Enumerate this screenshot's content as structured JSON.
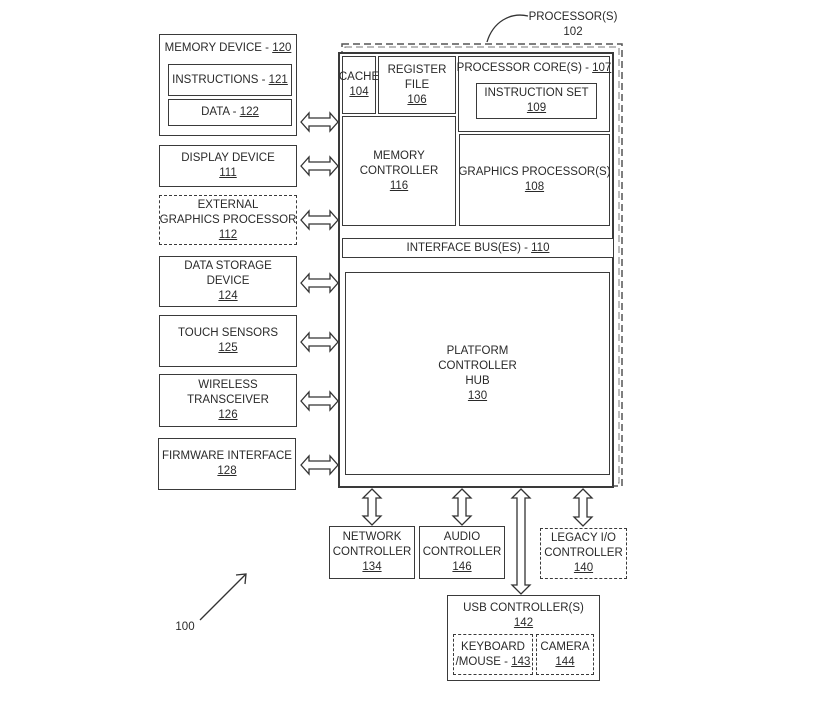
{
  "figure_ref": "100",
  "processor": {
    "label": "PROCESSOR(S)",
    "ref": "102"
  },
  "cache": {
    "label": "CACHE",
    "ref": "104"
  },
  "register_file": {
    "label1": "REGISTER",
    "label2": "FILE",
    "ref": "106"
  },
  "processor_core": {
    "label": "PROCESSOR CORE(S) - ",
    "ref": "107"
  },
  "instruction_set": {
    "label": "INSTRUCTION SET",
    "ref": "109"
  },
  "memory_controller": {
    "label1": "MEMORY",
    "label2": "CONTROLLER",
    "ref": "116"
  },
  "graphics_processor": {
    "label": "GRAPHICS PROCESSOR(S)",
    "ref": "108"
  },
  "interface_bus": {
    "label": "INTERFACE BUS(ES) - ",
    "ref": "110"
  },
  "pch": {
    "label1": "PLATFORM",
    "label2": "CONTROLLER",
    "label3": "HUB",
    "ref": "130"
  },
  "memory_device": {
    "label": "MEMORY DEVICE - ",
    "ref": "120",
    "instructions": {
      "label": "INSTRUCTIONS - ",
      "ref": "121"
    },
    "data": {
      "label": "DATA - ",
      "ref": "122"
    }
  },
  "display_device": {
    "label": "DISPLAY DEVICE",
    "ref": "111"
  },
  "external_gpu": {
    "label1": "EXTERNAL",
    "label2": "GRAPHICS PROCESSOR",
    "ref": "112"
  },
  "data_storage": {
    "label1": "DATA STORAGE",
    "label2": "DEVICE",
    "ref": "124"
  },
  "touch_sensors": {
    "label": "TOUCH SENSORS",
    "ref": "125"
  },
  "wireless": {
    "label1": "WIRELESS",
    "label2": "TRANSCEIVER",
    "ref": "126"
  },
  "firmware": {
    "label": "FIRMWARE INTERFACE",
    "ref": "128"
  },
  "network": {
    "label1": "NETWORK",
    "label2": "CONTROLLER",
    "ref": "134"
  },
  "audio": {
    "label1": "AUDIO",
    "label2": "CONTROLLER",
    "ref": "146"
  },
  "legacy_io": {
    "label1": "LEGACY I/O",
    "label2": "CONTROLLER",
    "ref": "140"
  },
  "usb": {
    "label": "USB CONTROLLER(S)",
    "ref": "142",
    "keyboard": {
      "label1": "KEYBOARD",
      "label2": "/MOUSE - ",
      "ref": "143"
    },
    "camera": {
      "label": "CAMERA",
      "ref": "144"
    }
  }
}
